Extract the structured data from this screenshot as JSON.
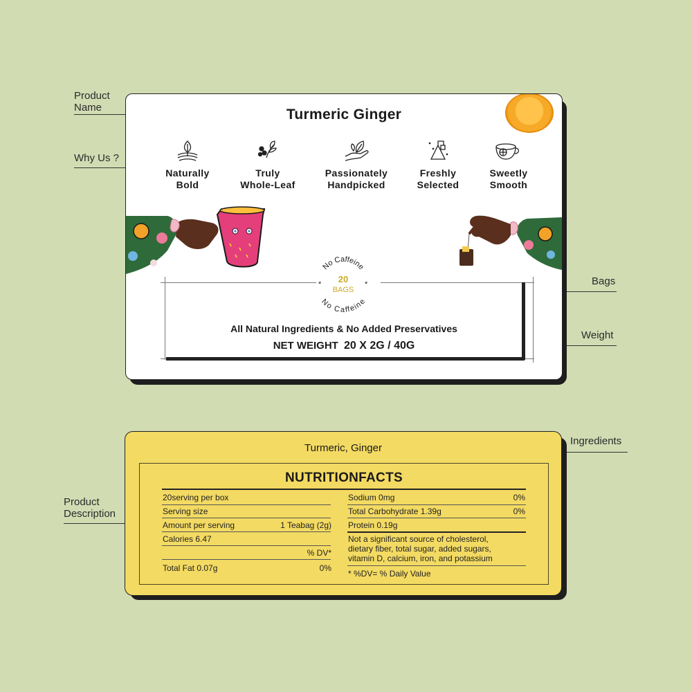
{
  "annotations": {
    "product_name": [
      "Product",
      "Name"
    ],
    "why_us": "Why Us ?",
    "bags": "Bags",
    "weight": "Weight",
    "ingredients": "Ingredients",
    "product_description": [
      "Product",
      "Description"
    ]
  },
  "front": {
    "title": "Turmeric Ginger",
    "features": [
      {
        "icon": "plant-icon",
        "line1": "Naturally",
        "line2": "Bold"
      },
      {
        "icon": "leaf-berries-icon",
        "line1": "Truly",
        "line2": "Whole-Leaf"
      },
      {
        "icon": "hand-leaf-icon",
        "line1": "Passionately",
        "line2": "Handpicked"
      },
      {
        "icon": "tea-bag-pyramid-icon",
        "line1": "Freshly",
        "line2": "Selected"
      },
      {
        "icon": "tea-cup-icon",
        "line1": "Sweetly",
        "line2": "Smooth"
      }
    ],
    "badge": {
      "top_text": "No Caffeine",
      "count": "20",
      "unit": "BAGS",
      "bottom_text": "No Caffeine"
    },
    "natural": "All Natural Ingredients & No Added Preservatives",
    "net_weight_label": "NET WEIGHT",
    "net_weight_value": "20 X 2G / 40G"
  },
  "back": {
    "ingredients": "Turmeric, Ginger",
    "nutrition_title": "NUTRITIONFACTS",
    "left_rows": [
      {
        "label": "20serving per box",
        "value": ""
      },
      {
        "label": "Serving size",
        "value": ""
      },
      {
        "label": "Amount per serving",
        "value": "1 Teabag (2g)"
      },
      {
        "label": "Calories 6.47",
        "value": ""
      },
      {
        "label": "",
        "value": "% DV*"
      },
      {
        "label": "Total Fat 0.07g",
        "value": "0%"
      }
    ],
    "right_rows": [
      {
        "label": "Sodium 0mg",
        "value": "0%"
      },
      {
        "label": "Total Carbohydrate 1.39g",
        "value": "0%"
      },
      {
        "label": "Protein 0.19g",
        "value": ""
      }
    ],
    "note_lines": [
      "Not a significant source of cholesterol,",
      "dietary fiber, total sugar, added sugars,",
      "vitamin D, calcium, iron, and potassium"
    ],
    "footnote": "* %DV= % Daily Value"
  },
  "colors": {
    "background": "#d2dcb3",
    "back_card": "#f3da62",
    "front_card": "#ffffff",
    "shadow": "#1e1e1e",
    "badge_accent": "#c9a92a"
  }
}
